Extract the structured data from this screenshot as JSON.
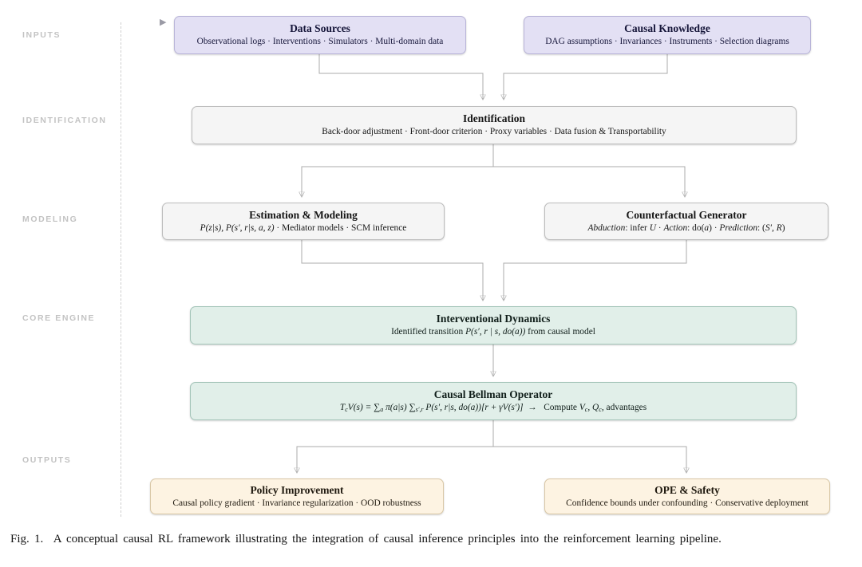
{
  "stages": {
    "inputs": "INPUTS",
    "identification": "IDENTIFICATION",
    "modeling": "MODELING",
    "core_engine": "CORE ENGINE",
    "outputs": "OUTPUTS"
  },
  "marker_icon": "▶",
  "boxes": {
    "data_sources": {
      "title": "Data Sources",
      "subtitle": "Observational logs · Interventions · Simulators · Multi-domain data"
    },
    "causal_knowledge": {
      "title": "Causal Knowledge",
      "subtitle": "DAG assumptions · Invariances · Instruments · Selection diagrams"
    },
    "identification": {
      "title": "Identification",
      "subtitle": "Back-door adjustment · Front-door criterion · Proxy variables · Data fusion & Transportability"
    },
    "estimation": {
      "title": "Estimation & Modeling",
      "subtitle_segments": [
        {
          "t": "P(z|s), P(s′, r|s, a, z)",
          "i": 1
        },
        {
          "t": " · Mediator models · SCM inference",
          "i": 0
        }
      ]
    },
    "counterfactual": {
      "title": "Counterfactual Generator",
      "subtitle_segments": [
        {
          "t": "Abduction",
          "i": 1
        },
        {
          "t": ": infer ",
          "i": 0
        },
        {
          "t": "U",
          "i": 1
        },
        {
          "t": " · ",
          "i": 0
        },
        {
          "t": "Action",
          "i": 1
        },
        {
          "t": ": do(",
          "i": 0
        },
        {
          "t": "a",
          "i": 1
        },
        {
          "t": ") · ",
          "i": 0
        },
        {
          "t": "Prediction",
          "i": 1
        },
        {
          "t": ": (",
          "i": 0
        },
        {
          "t": "S′, R",
          "i": 1
        },
        {
          "t": ")",
          "i": 0
        }
      ]
    },
    "interventional_dynamics": {
      "title": "Interventional Dynamics",
      "subtitle_segments": [
        {
          "t": "Identified transition ",
          "i": 0
        },
        {
          "t": "P(s′, r | s, do(a))",
          "i": 1
        },
        {
          "t": " from causal model",
          "i": 0
        }
      ]
    },
    "causal_bellman": {
      "title": "Causal Bellman Operator",
      "subtitle_segments": [
        {
          "t": "T",
          "i": 1
        },
        {
          "t": "c",
          "i": 1,
          "sub": 1
        },
        {
          "t": "V(s) = ",
          "i": 1
        },
        {
          "t": "∑",
          "i": 0
        },
        {
          "t": "a",
          "i": 1,
          "sub": 1
        },
        {
          "t": " π(a|s) ",
          "i": 1
        },
        {
          "t": "∑",
          "i": 0
        },
        {
          "t": "s′,r",
          "i": 1,
          "sub": 1
        },
        {
          "t": " P(s′, r|s, do(a))[r + γV(s′)]",
          "i": 1
        },
        {
          "t": " →  Compute ",
          "i": 0
        },
        {
          "t": "V",
          "i": 1
        },
        {
          "t": "c",
          "i": 1,
          "sub": 1
        },
        {
          "t": ", ",
          "i": 0
        },
        {
          "t": "Q",
          "i": 1
        },
        {
          "t": "c",
          "i": 1,
          "sub": 1
        },
        {
          "t": ", advantages",
          "i": 0
        }
      ]
    },
    "policy_improvement": {
      "title": "Policy Improvement",
      "subtitle": "Causal policy gradient · Invariance regularization · OOD robustness"
    },
    "ope_safety": {
      "title": "OPE & Safety",
      "subtitle": "Confidence bounds under confounding · Conservative deployment"
    }
  },
  "caption": "Fig. 1.  A conceptual causal RL framework illustrating the integration of causal inference principles into the reinforcement learning pipeline.",
  "colors": {
    "input_box_fill": "#e3e0f4",
    "input_box_border": "#b8b4d8",
    "process_box_fill": "#f5f5f5",
    "process_box_border": "#bcbcbc",
    "engine_box_fill": "#e1efe9",
    "engine_box_border": "#a3c4b8",
    "output_box_fill": "#fdf3e2",
    "output_box_border": "#d9c7a6",
    "connector": "#ababab",
    "stage_label": "#c3c3c3"
  }
}
